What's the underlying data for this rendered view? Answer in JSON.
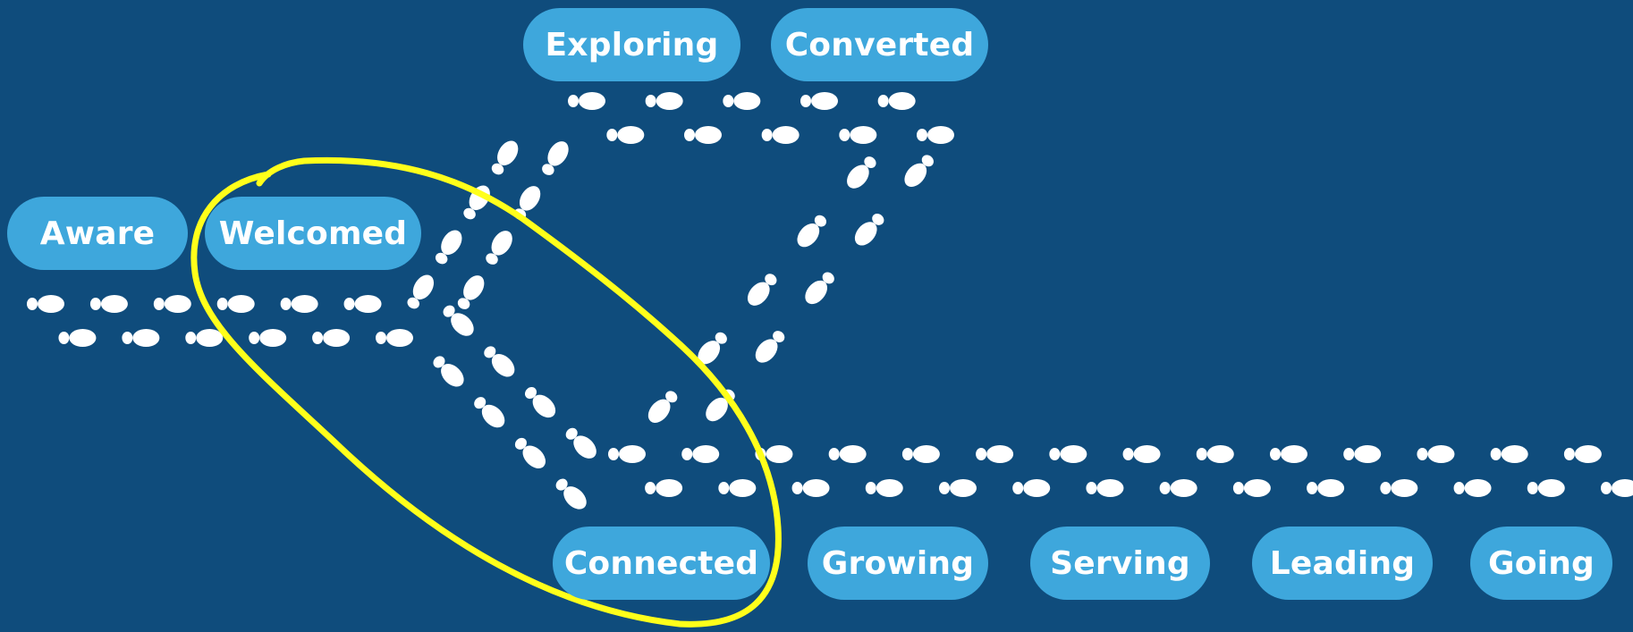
{
  "stages": {
    "aware": "Aware",
    "welcomed": "Welcomed",
    "exploring": "Exploring",
    "converted": "Converted",
    "connected": "Connected",
    "growing": "Growing",
    "serving": "Serving",
    "leading": "Leading",
    "going": "Going"
  },
  "colors": {
    "background": "#0f4c7c",
    "pill": "#3ea7dc",
    "text": "#ffffff",
    "footprints": "#ffffff",
    "highlight_circle": "#ffff1a"
  },
  "icons": {
    "footprint": "footprint-icon"
  }
}
